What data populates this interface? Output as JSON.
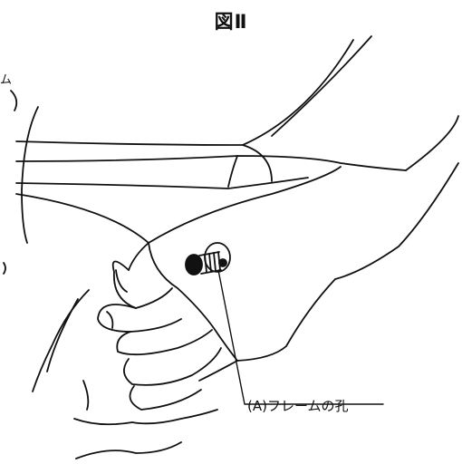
{
  "figure": {
    "title": "図Ⅱ",
    "partial_label": "ム",
    "callout_label": "(A)フレームの孔"
  }
}
